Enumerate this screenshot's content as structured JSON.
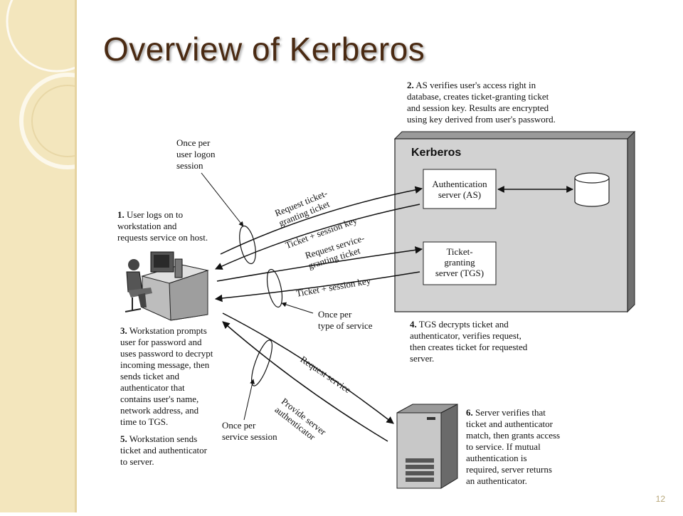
{
  "slide": {
    "title": "Overview of Kerberos",
    "page_number": "12",
    "accent_color": "#f3e6bd",
    "title_color": "#4a2a12"
  },
  "diagram": {
    "kerberos_label": "Kerberos",
    "as_box": "Authentication\nserver (AS)",
    "tgs_box": "Ticket-\ngranting\nserver (TGS)",
    "step1_num": "1.",
    "step1": "User logs on to\nworkstation and\nrequests service on host.",
    "step2_num": "2.",
    "step2": "AS verifies user's access right in\ndatabase, creates ticket-granting ticket\nand session key. Results are encrypted\nusing key derived from user's password.",
    "step3_num": "3.",
    "step3": "Workstation prompts\nuser for password and\nuses password to decrypt\nincoming message, then\nsends ticket and\nauthenticator that\ncontains user's name,\nnetwork address, and\ntime to TGS.",
    "step4_num": "4.",
    "step4": "TGS decrypts ticket and\nauthenticator, verifies request,\nthen creates ticket for requested\nserver.",
    "step5_num": "5.",
    "step5": "Workstation sends\nticket and authenticator\nto server.",
    "step6_num": "6.",
    "step6": "Server verifies that\nticket and authenticator\nmatch, then grants access\nto service. If mutual\nauthentication is\nrequired, server returns\nan authenticator.",
    "once_logon": "Once per\nuser logon\nsession",
    "once_service_type": "Once per\ntype of service",
    "once_service_session": "Once per\nservice session",
    "arrow_req_tgt": "Request ticket-\ngranting ticket",
    "arrow_ticket_key1": "Ticket + session key",
    "arrow_req_sgt": "Request service-\ngranting ticket",
    "arrow_ticket_key2": "Ticket + session key",
    "arrow_req_service": "Request service",
    "arrow_provide_auth": "Provide server\nauthenticator"
  }
}
